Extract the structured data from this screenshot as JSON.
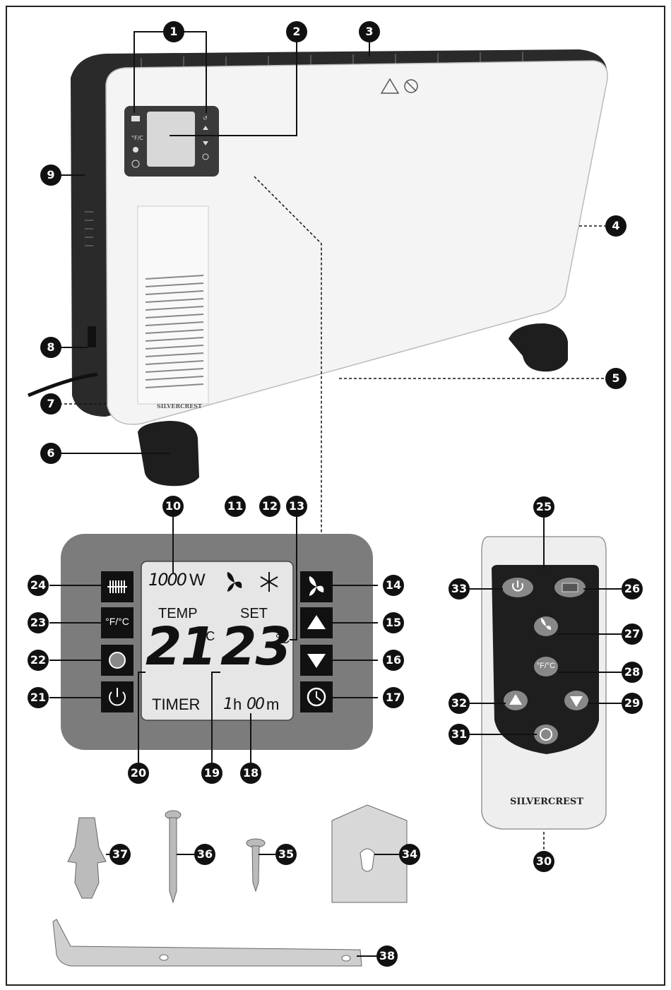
{
  "labels": [
    "1",
    "2",
    "3",
    "4",
    "5",
    "6",
    "7",
    "8",
    "9",
    "10",
    "11",
    "12",
    "13",
    "14",
    "15",
    "16",
    "17",
    "18",
    "19",
    "20",
    "21",
    "22",
    "23",
    "24",
    "25",
    "26",
    "27",
    "28",
    "29",
    "30",
    "31",
    "32",
    "33",
    "34",
    "35",
    "36",
    "37",
    "38"
  ],
  "display": {
    "power_reading": "1000",
    "power_unit": "W",
    "temp_label": "TEMP",
    "set_label": "SET",
    "room_temp": "21",
    "set_temp": "23",
    "temp_unit": "°C",
    "timer_label": "TIMER",
    "timer_hours": "1",
    "timer_h": "h",
    "timer_minutes": "00",
    "timer_m": "m"
  },
  "panel_buttons": {
    "unit_toggle": "°F/°C"
  },
  "remote": {
    "unit_toggle": "°F/°C",
    "brand": "SILVERCREST"
  },
  "heater": {
    "brand": "SILVERCREST"
  }
}
